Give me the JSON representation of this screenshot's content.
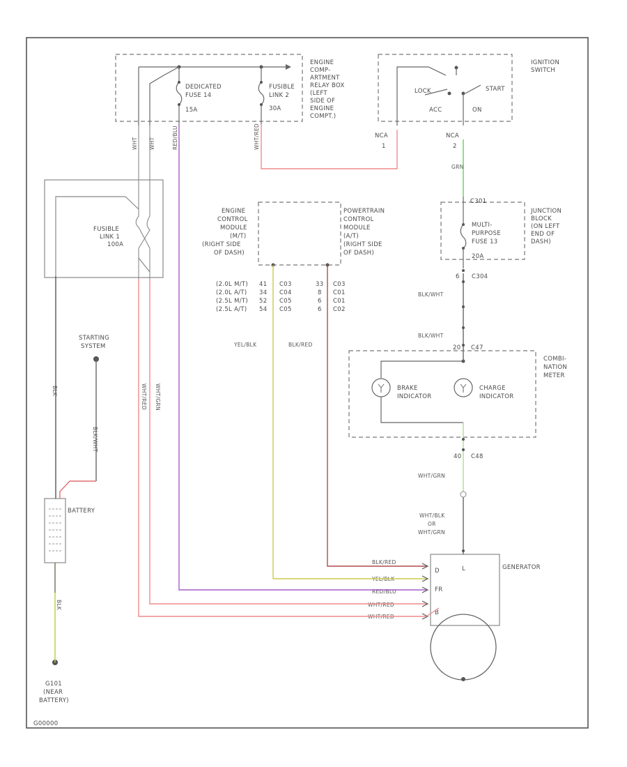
{
  "diagram": {
    "colors": {
      "red": "#ef8a8a",
      "purple": "#a45cc8",
      "yellow": "#c8cc4a",
      "darkred": "#b04a4a",
      "green": "#5cd64a",
      "lightgreen": "#a8e090",
      "gray": "#666666",
      "yelgrn": "#b8d040",
      "red2": "#e07070"
    },
    "labels": {
      "relay_box": [
        "ENGINE",
        "COMP-",
        "ARTMENT",
        "RELAY BOX",
        "(LEFT",
        "SIDE OF",
        "ENGINE",
        "COMPT.)"
      ],
      "ded_fuse": [
        "DEDICATED",
        "FUSE 14",
        "15A"
      ],
      "fusible_link2": [
        "FUSIBLE",
        "LINK 2",
        "30A"
      ],
      "ignition_switch": [
        "IGNITION",
        "SWITCH"
      ],
      "lock": "LOCK",
      "start": "START",
      "acc": "ACC",
      "on": "ON",
      "nca1": "NCA",
      "pin1": "1",
      "nca2": "NCA",
      "pin2": "2",
      "grn": "GRN",
      "fusible_link1": [
        "FUSIBLE",
        "LINK 1",
        "100A"
      ],
      "ecm": [
        "ENGINE",
        "CONTROL",
        "MODULE",
        "(M/T)",
        "(RIGHT SIDE",
        "OF DASH)"
      ],
      "pcm": [
        "POWERTRAIN",
        "CONTROL",
        "MODULE",
        "(A/T)",
        "(RIGHT SIDE",
        "OF DASH)"
      ],
      "pin_table": [
        [
          "(2.0L M/T)",
          "41",
          "C03",
          "33",
          "C03"
        ],
        [
          "(2.0L A/T)",
          "34",
          "C04",
          "8",
          "C01"
        ],
        [
          "(2.5L M/T)",
          "52",
          "C05",
          "6",
          "C01"
        ],
        [
          "(2.5L A/T)",
          "54",
          "C05",
          "6",
          "C02"
        ]
      ],
      "junction_block": [
        "JUNCTION",
        "BLOCK",
        "(ON LEFT",
        "END OF",
        "DASH)"
      ],
      "c301": "C301",
      "multi_fuse": [
        "MULTI-",
        "PURPOSE",
        "FUSE 13",
        "20A"
      ],
      "c304_pin": "6",
      "c304": "C304",
      "blkwht1": "BLK/WHT",
      "blkwht2": "BLK/WHT",
      "c47_pin": "20",
      "c47": "C47",
      "combo_meter": [
        "COMBI-",
        "NATION",
        "METER"
      ],
      "brake_ind": [
        "BRAKE",
        "INDICATOR"
      ],
      "charge_ind": [
        "CHARGE",
        "INDICATOR"
      ],
      "c48_pin": "40",
      "c48": "C48",
      "wht_grn": "WHT/GRN",
      "gen_feed": [
        "WHT/BLK",
        "OR",
        "WHT/GRN"
      ],
      "starting_system": [
        "STARTING",
        "SYSTEM"
      ],
      "yelblk": "YEL/BLK",
      "blkred": "BLK/RED",
      "battery": "BATTERY",
      "generator": "GENERATOR",
      "term_l": "L",
      "term_d": "D",
      "term_fr": "FR",
      "term_b": "B",
      "g101": [
        "G101",
        "(NEAR",
        "BATTERY)"
      ],
      "blk": "BLK",
      "wht_top1": "WHT",
      "wht_top2": "WHT",
      "wht_red1": "WHT/RED",
      "wht_red2": "WHT/RED",
      "red_blu": "RED/BLU",
      "wht_grn2": "WHT/GRN",
      "blk_wht2": "BLK/WHT",
      "wht_red_top": "WHT/RED",
      "blk_wht_vert": "BLK/WHT",
      "gen_blkred": "BLK/RED",
      "gen_yelblk": "YEL/BLK",
      "gen_redblu": "RED/BLU",
      "gen_whtred1": "WHT/RED",
      "gen_whtred2": "WHT/RED",
      "corner": "G00000"
    }
  }
}
